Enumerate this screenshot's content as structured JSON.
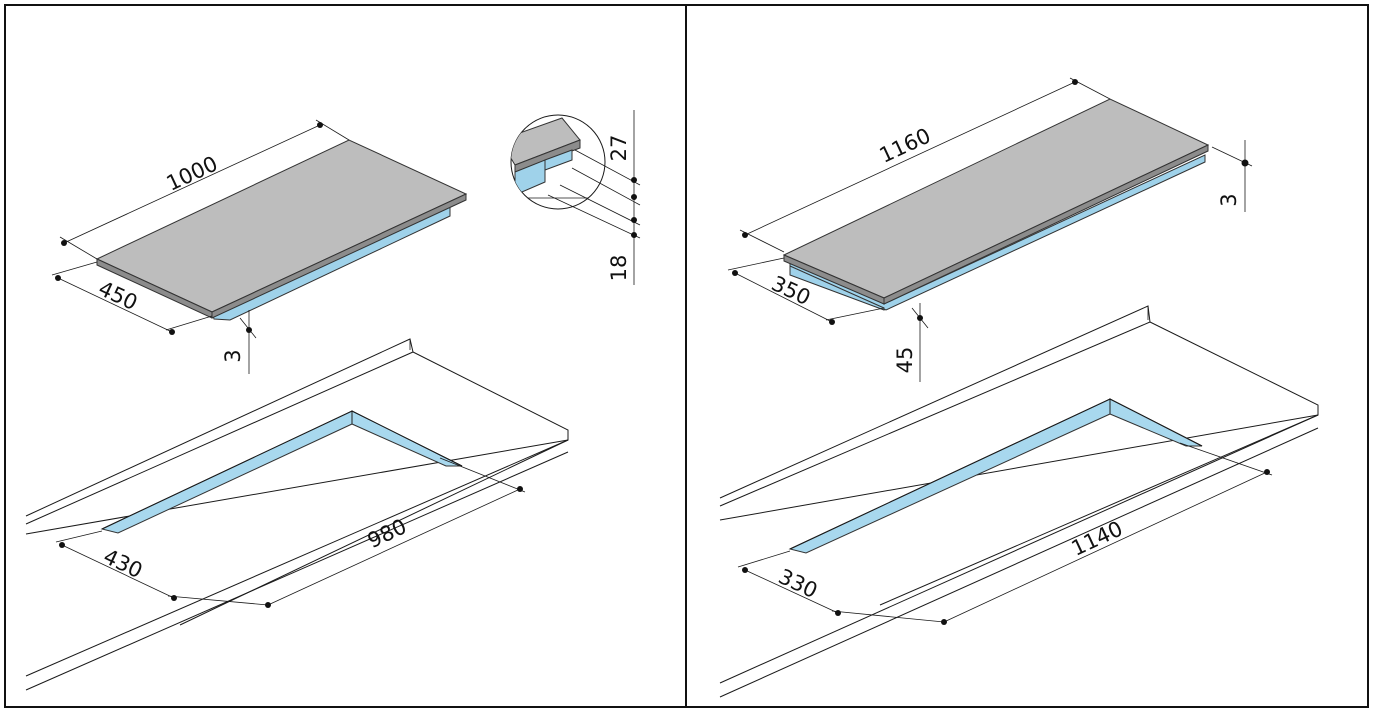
{
  "left_panel": {
    "hob_length": "1000",
    "hob_depth": "450",
    "hob_raise": "3",
    "detail_upper": "27",
    "detail_lower": "18",
    "cutout_length": "980",
    "cutout_depth": "430"
  },
  "right_panel": {
    "hob_length": "1160",
    "hob_depth": "350",
    "hob_height": "45",
    "hob_raise": "3",
    "cutout_length": "1140",
    "cutout_depth": "330"
  },
  "colors": {
    "hob_top": "#bdbdbd",
    "hob_side": "#9fd2ea",
    "cutout": "#a8d8ee"
  }
}
